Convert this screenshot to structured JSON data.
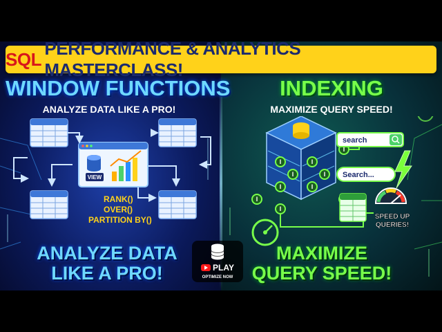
{
  "banner": {
    "prefix": "SQL",
    "rest": "PERFORMANCE & ANALYTICS MASTERCLASS!"
  },
  "window_functions": {
    "title": "WINDOW FUNCTIONS",
    "subtitle": "ANALYZE DATA LIKE A PRO!",
    "view_label": "VIEW",
    "functions": [
      "RANK()",
      "OVER()",
      "PARTITION BY()"
    ],
    "bottom_line1": "ANALYZE DATA",
    "bottom_line2": "LIKE A PRO!"
  },
  "indexing": {
    "title": "INDEXING",
    "subtitle": "MAXIMIZE QUERY SPEED!",
    "index_letter": "I",
    "search_box_1": "search",
    "search_box_2": "Search...",
    "gauge_label_1": "SPEED UP",
    "gauge_label_2": "QUERIES!",
    "bottom_line1": "MAXIMIZE",
    "bottom_line2": "QUERY SPEED!"
  },
  "play_badge": {
    "label": "PLAY",
    "sub": "OPTIMIZE NOW"
  },
  "colors": {
    "banner_bg": "#ffd21a",
    "banner_text": "#1b2a6e",
    "banner_accent": "#d8161b",
    "left_accent": "#6fd8ff",
    "right_accent": "#78ff4a"
  }
}
